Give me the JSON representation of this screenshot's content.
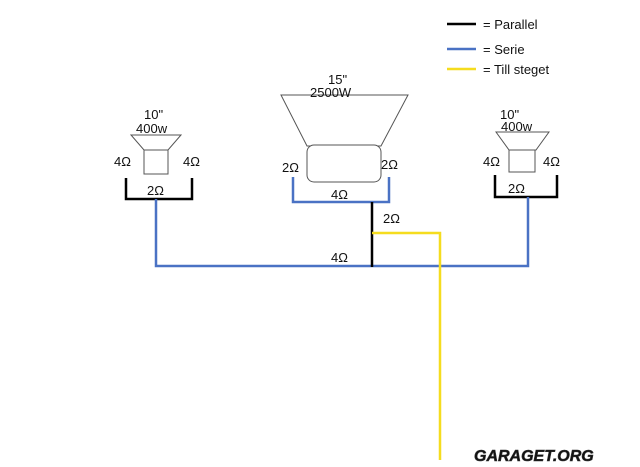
{
  "legend": {
    "parallel": "= Parallel",
    "serie": "= Serie",
    "till_steget": "= Till steget"
  },
  "colors": {
    "parallel": "#000000",
    "serie": "#4a72c4",
    "till_steget": "#f5dc1e",
    "speaker_outline": "#555555"
  },
  "speakers": {
    "left": {
      "size": "10\"",
      "power": "400w",
      "imp_left": "4Ω",
      "imp_right": "4Ω",
      "combined": "2Ω"
    },
    "center": {
      "size": "15\"",
      "power": "2500W",
      "imp_left": "2Ω",
      "imp_right": "2Ω",
      "combined": "4Ω"
    },
    "right": {
      "size": "10\"",
      "power": "400w",
      "imp_left": "4Ω",
      "imp_right": "4Ω",
      "combined": "2Ω"
    }
  },
  "junction": {
    "top_label": "2Ω",
    "bottom_label": "4Ω"
  },
  "watermark": "GARAGET.ORG"
}
